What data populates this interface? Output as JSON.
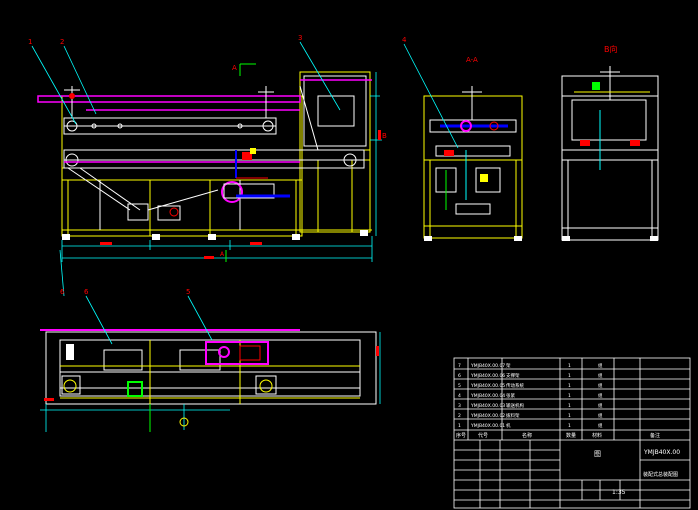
{
  "callouts": [
    "1",
    "2",
    "3",
    "4",
    "5",
    "6",
    "6"
  ],
  "view_labels": {
    "section_mark": "A",
    "section_mark_right": "B",
    "section_view": "A-A",
    "side_view": "B向",
    "bottom_mark": "A"
  },
  "bom": {
    "rows": [
      {
        "no": "7",
        "code": "YMJB40X.00.07",
        "name": "架",
        "qty": "1",
        "mat": "组"
      },
      {
        "no": "6",
        "code": "YMJB40X.00.06",
        "name": "支撑架",
        "qty": "1",
        "mat": "组"
      },
      {
        "no": "5",
        "code": "YMJB40X.00.05",
        "name": "传动系统",
        "qty": "1",
        "mat": "组"
      },
      {
        "no": "4",
        "code": "YMJB40X.00.04",
        "name": "张紧",
        "qty": "1",
        "mat": "组"
      },
      {
        "no": "3",
        "code": "YMJB40X.00.03",
        "name": "输送机构",
        "qty": "1",
        "mat": "组"
      },
      {
        "no": "2",
        "code": "YMJB40X.00.02",
        "name": "拨料架",
        "qty": "1",
        "mat": "组"
      },
      {
        "no": "1",
        "code": "YMJB40X.00.01",
        "name": "机",
        "qty": "1",
        "mat": "组"
      }
    ],
    "header": [
      "序号",
      "代号",
      "名称",
      "数量",
      "材料",
      "备注"
    ],
    "title_main": "图",
    "drawing_no": "YMJB40X.00",
    "drawing_title": "装配式总装配图",
    "scale": "1:35"
  },
  "colors": {
    "background": "#000000",
    "outline": "#ffffff",
    "frame": "#ffff00",
    "chain": "#ff00ff",
    "dimension": "#00ffff",
    "drive": "#0000ff",
    "red": "#ff0000",
    "green": "#00ff00"
  }
}
